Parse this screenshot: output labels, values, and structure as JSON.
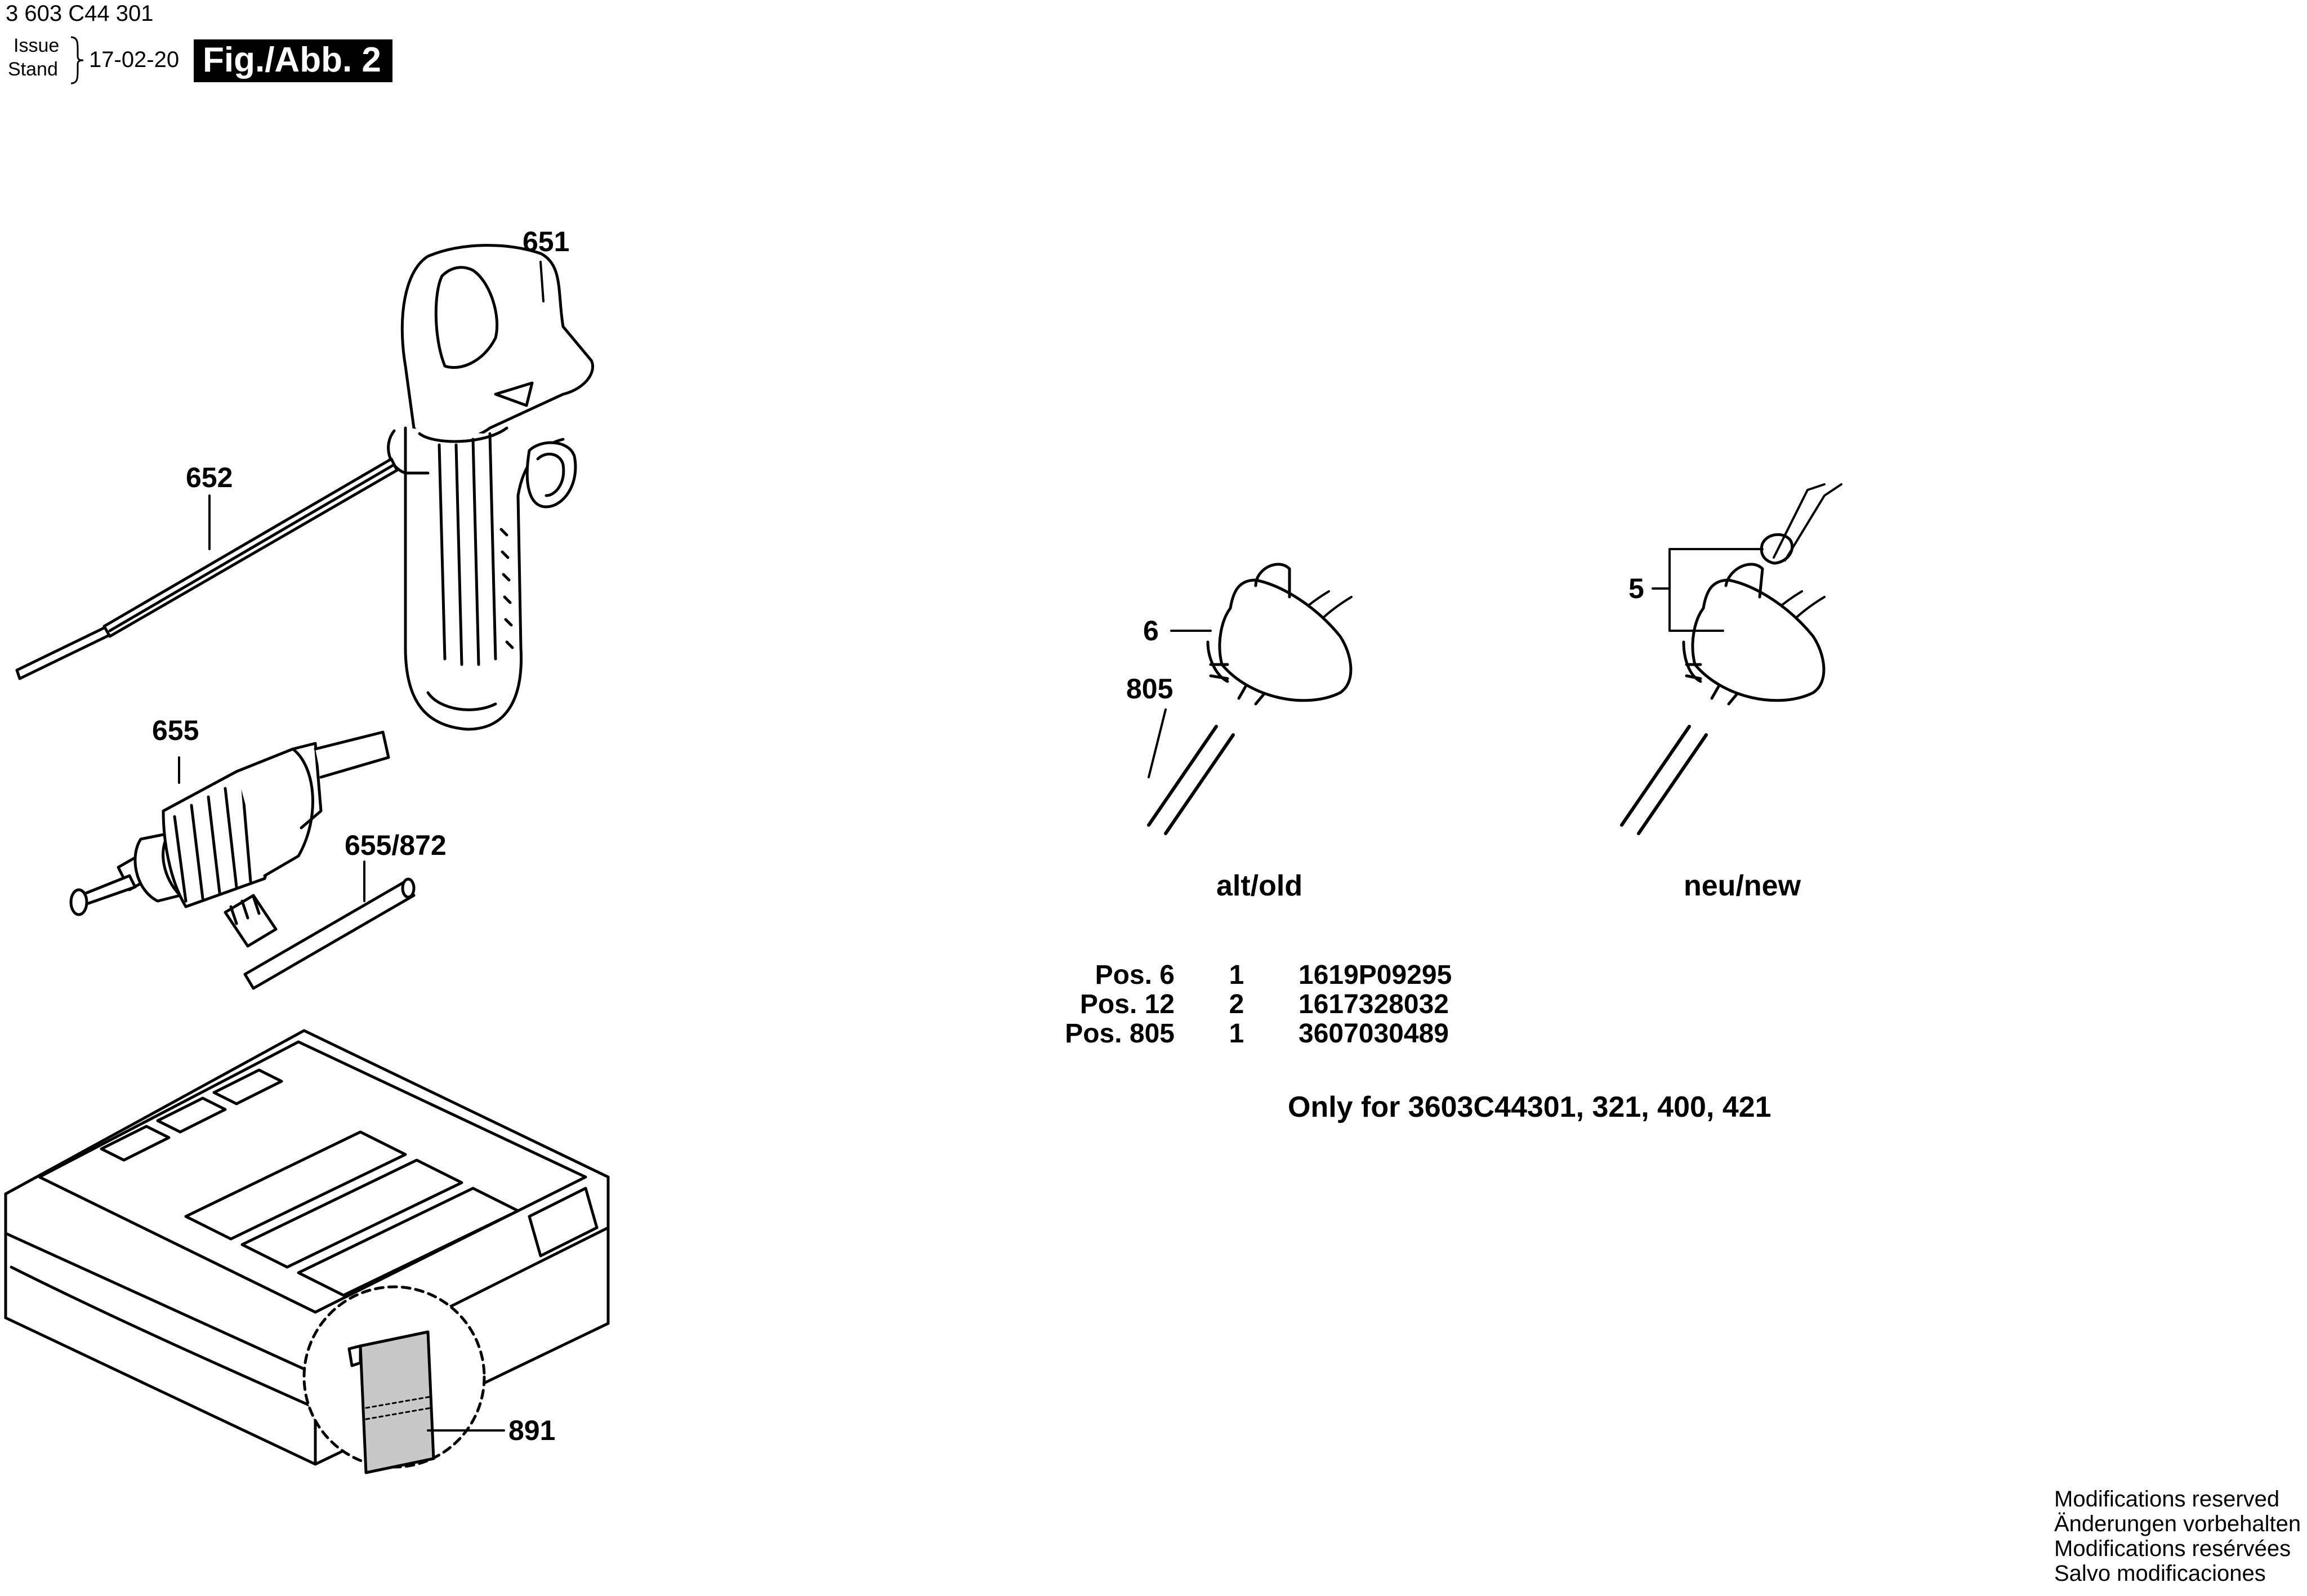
{
  "header": {
    "doc_number": "3 603 C44 301",
    "issue_label": "Issue",
    "stand_label": "Stand",
    "date": "17-02-20",
    "figure_label": "Fig./Abb. 2"
  },
  "callouts": {
    "p651": "651",
    "p652": "652",
    "p655": "655",
    "p655_872": "655/872",
    "p891": "891",
    "p6": "6",
    "p805": "805",
    "p5": "5"
  },
  "variants": {
    "old": "alt/old",
    "new": "neu/new"
  },
  "parts_table": [
    {
      "pos": "Pos. 6",
      "qty": "1",
      "part": "1619P09295"
    },
    {
      "pos": "Pos. 12",
      "qty": "2",
      "part": "1617328032"
    },
    {
      "pos": "Pos. 805",
      "qty": "1",
      "part": "3607030489"
    }
  ],
  "note": "Only for 3603C44301, 321, 400, 421",
  "modifications": [
    "Modifications reserved",
    "Änderungen vorbehalten",
    "Modifications resérvées",
    "Salvo modificaciones"
  ]
}
